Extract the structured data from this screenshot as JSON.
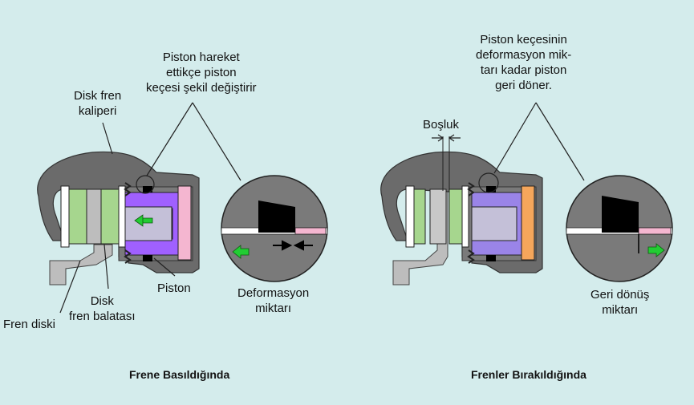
{
  "left": {
    "caption": "Frene Basıldığında",
    "labels": {
      "caliper": [
        "Disk fren",
        "kaliperi"
      ],
      "seal_note": [
        "Piston hareket",
        "ettikçe piston",
        "keçesi şekil değiştirir"
      ],
      "piston": "Piston",
      "deformation": [
        "Deformasyon",
        "miktarı"
      ],
      "disc": "Fren diski",
      "pad": [
        "Disk",
        "fren balatası"
      ]
    }
  },
  "right": {
    "caption": "Frenler Bırakıldığında",
    "labels": {
      "clearance": "Boşluk",
      "return_note": [
        "Piston keçesinin",
        "deformasyon mik-",
        "tarı kadar   piston",
        "geri döner."
      ],
      "return_amount": [
        "Geri dönüş",
        "miktarı"
      ]
    }
  },
  "colors": {
    "background": "#d4ecec",
    "caliper": "#6b6b6b",
    "pad": "#a6d68e",
    "piston": "#9a84e8",
    "piston_left": "#a060ff",
    "seal_pink": "#f4b6d0",
    "seal_orange": "#f5a65b",
    "arrow": "#22cc33"
  }
}
